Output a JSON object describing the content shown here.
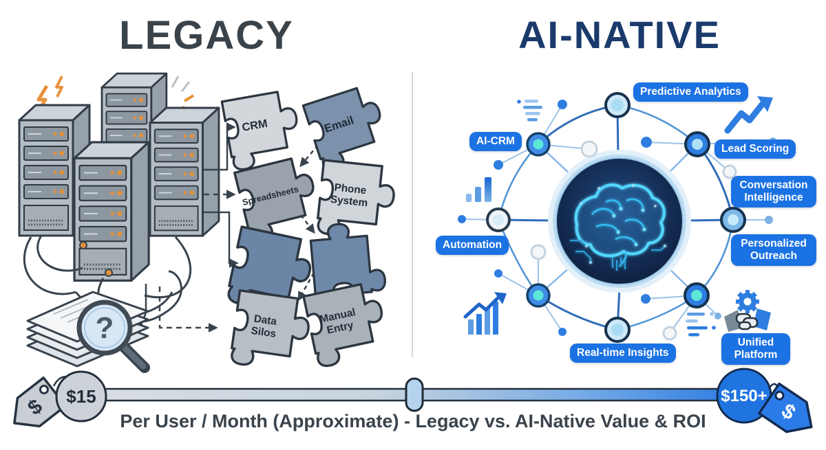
{
  "titles": {
    "legacy": "LEGACY",
    "ai_native": "AI-NATIVE"
  },
  "legacy": {
    "puzzles": [
      {
        "line1": "CRM",
        "line2": ""
      },
      {
        "line1": "Email",
        "line2": ""
      },
      {
        "line1": "Spreadsheets",
        "line2": ""
      },
      {
        "line1": "Phone",
        "line2": "System"
      },
      {
        "line1": "Data",
        "line2": "Silos"
      },
      {
        "line1": "Manual",
        "line2": "Entry"
      }
    ]
  },
  "ai": {
    "features": [
      "Predictive Analytics",
      "AI-CRM",
      "Lead Scoring",
      "Conversation Intelligence",
      "Automation",
      "Personalized Outreach",
      "Real-time Insights",
      "Unified Platform"
    ]
  },
  "slider": {
    "min_label": "$15",
    "max_label": "$150+",
    "caption": "Per User / Month (Approximate) - Legacy vs. AI-Native Value & ROI"
  },
  "icons": {
    "question_mark": "?",
    "dollar": "$"
  },
  "colors": {
    "accent_blue": "#1b72e3",
    "navy": "#1b3a6c",
    "legacy_gray": "#3b434a"
  }
}
